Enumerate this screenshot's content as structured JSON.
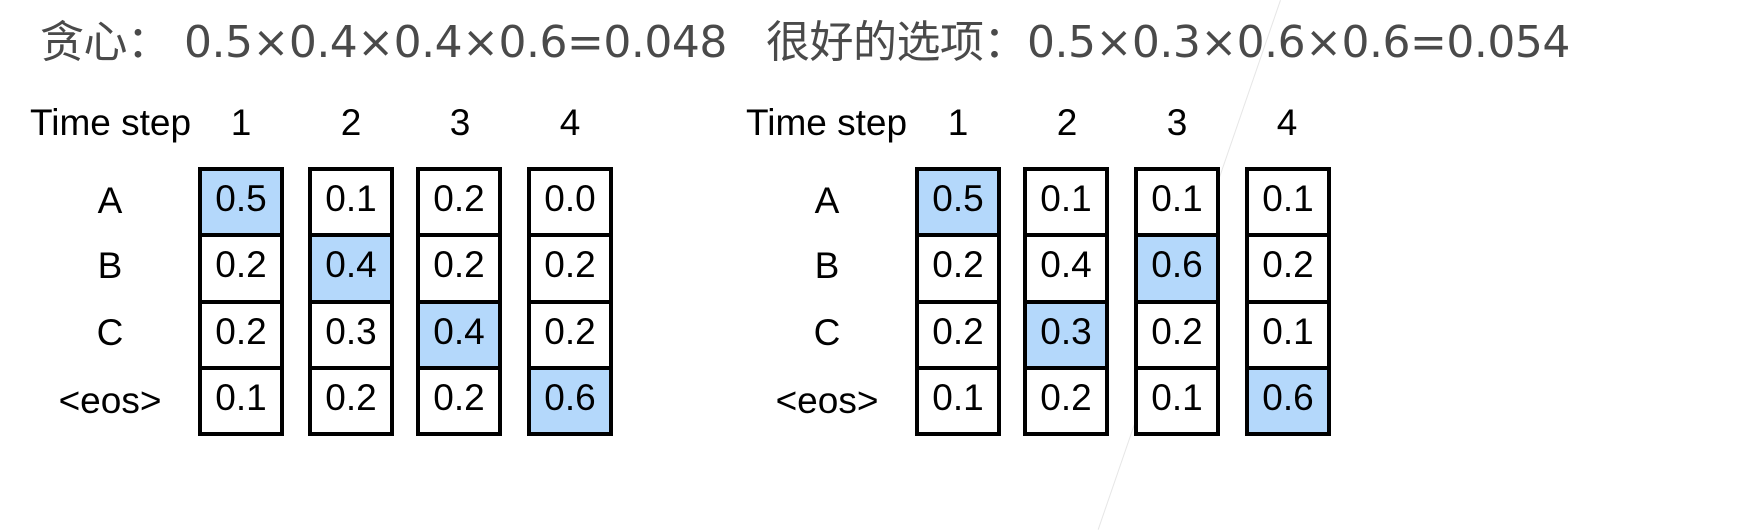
{
  "colors": {
    "selected_cell": "#b4d8fb",
    "title_text": "#4a4a4a",
    "border": "#000000"
  },
  "panels": [
    {
      "title": "贪心： 0.5×0.4×0.4×0.6=0.048",
      "header_label": "Time step",
      "time_steps": [
        "1",
        "2",
        "3",
        "4"
      ],
      "row_labels": [
        "A",
        "B",
        "C",
        "<eos>"
      ],
      "columns": [
        {
          "cells": [
            {
              "v": "0.5",
              "sel": true
            },
            {
              "v": "0.2",
              "sel": false
            },
            {
              "v": "0.2",
              "sel": false
            },
            {
              "v": "0.1",
              "sel": false
            }
          ]
        },
        {
          "cells": [
            {
              "v": "0.1",
              "sel": false
            },
            {
              "v": "0.4",
              "sel": true
            },
            {
              "v": "0.3",
              "sel": false
            },
            {
              "v": "0.2",
              "sel": false
            }
          ]
        },
        {
          "cells": [
            {
              "v": "0.2",
              "sel": false
            },
            {
              "v": "0.2",
              "sel": false
            },
            {
              "v": "0.4",
              "sel": true
            },
            {
              "v": "0.2",
              "sel": false
            }
          ]
        },
        {
          "cells": [
            {
              "v": "0.0",
              "sel": false
            },
            {
              "v": "0.2",
              "sel": false
            },
            {
              "v": "0.2",
              "sel": false
            },
            {
              "v": "0.6",
              "sel": true
            }
          ]
        }
      ]
    },
    {
      "title": "很好的选项：0.5×0.3×0.6×0.6=0.054",
      "header_label": "Time step",
      "time_steps": [
        "1",
        "2",
        "3",
        "4"
      ],
      "row_labels": [
        "A",
        "B",
        "C",
        "<eos>"
      ],
      "columns": [
        {
          "cells": [
            {
              "v": "0.5",
              "sel": true
            },
            {
              "v": "0.2",
              "sel": false
            },
            {
              "v": "0.2",
              "sel": false
            },
            {
              "v": "0.1",
              "sel": false
            }
          ]
        },
        {
          "cells": [
            {
              "v": "0.1",
              "sel": false
            },
            {
              "v": "0.4",
              "sel": false
            },
            {
              "v": "0.3",
              "sel": true
            },
            {
              "v": "0.2",
              "sel": false
            }
          ]
        },
        {
          "cells": [
            {
              "v": "0.1",
              "sel": false
            },
            {
              "v": "0.6",
              "sel": true
            },
            {
              "v": "0.2",
              "sel": false
            },
            {
              "v": "0.1",
              "sel": false
            }
          ]
        },
        {
          "cells": [
            {
              "v": "0.1",
              "sel": false
            },
            {
              "v": "0.2",
              "sel": false
            },
            {
              "v": "0.1",
              "sel": false
            },
            {
              "v": "0.6",
              "sel": true
            }
          ]
        }
      ]
    }
  ]
}
